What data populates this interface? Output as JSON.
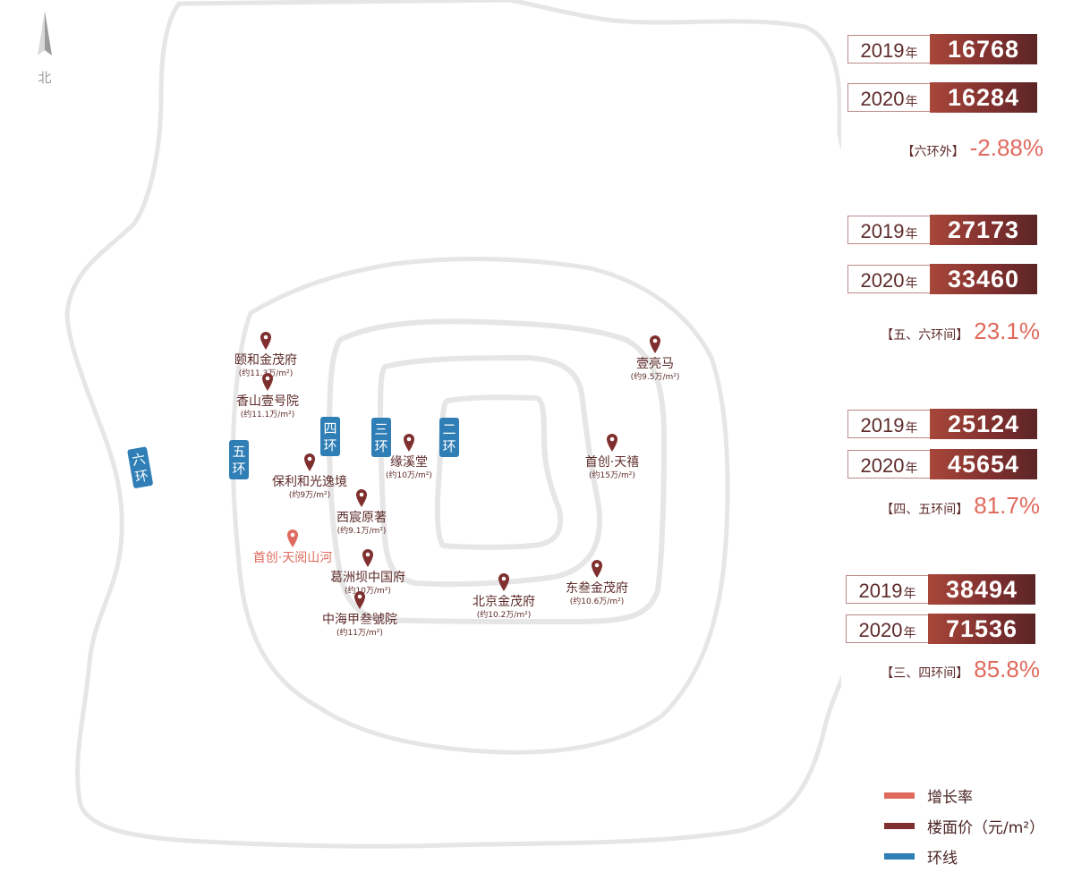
{
  "north": {
    "label": "北"
  },
  "rings": [
    {
      "id": "six",
      "label": "六环"
    },
    {
      "id": "five",
      "label": "五环"
    },
    {
      "id": "four",
      "label": "四环"
    },
    {
      "id": "three",
      "label": "三环"
    },
    {
      "id": "two",
      "label": "二环"
    }
  ],
  "pois": [
    {
      "name": "颐和金茂府",
      "price": "(约11.3万/m²)"
    },
    {
      "name": "香山壹号院",
      "price": "(约11.1万/m²)"
    },
    {
      "name": "保利和光逸境",
      "price": "(约9万/m²)"
    },
    {
      "name": "西宸原著",
      "price": "(约9.1万/m²)"
    },
    {
      "name": "首创·天阅山河",
      "price": ""
    },
    {
      "name": "葛洲坝中国府",
      "price": "(约10万/m²)"
    },
    {
      "name": "中海甲叁號院",
      "price": "(约11万/m²)"
    },
    {
      "name": "缘溪堂",
      "price": "(约10万/m²)"
    },
    {
      "name": "北京金茂府",
      "price": "(约10.2万/m²)"
    },
    {
      "name": "东叁金茂府",
      "price": "(约10.6万/m²)"
    },
    {
      "name": "首创·天禧",
      "price": "(约15万/m²)"
    },
    {
      "name": "壹亮马",
      "price": "(约9.5万/m²)"
    }
  ],
  "panels": [
    {
      "rows": [
        {
          "year": "2019",
          "unit": "年",
          "value": "16768"
        },
        {
          "year": "2020",
          "unit": "年",
          "value": "16284"
        }
      ],
      "zone": "【六环外】",
      "rate": "-2.88%"
    },
    {
      "rows": [
        {
          "year": "2019",
          "unit": "年",
          "value": "27173"
        },
        {
          "year": "2020",
          "unit": "年",
          "value": "33460"
        }
      ],
      "zone": "【五、六环间】",
      "rate": "23.1%"
    },
    {
      "rows": [
        {
          "year": "2019",
          "unit": "年",
          "value": "25124"
        },
        {
          "year": "2020",
          "unit": "年",
          "value": "45654"
        }
      ],
      "zone": "【四、五环间】",
      "rate": "81.7%"
    },
    {
      "rows": [
        {
          "year": "2019",
          "unit": "年",
          "value": "38494"
        },
        {
          "year": "2020",
          "unit": "年",
          "value": "71536"
        }
      ],
      "zone": "【三、四环间】",
      "rate": "85.8%"
    }
  ],
  "legend": [
    {
      "label": "增长率",
      "color": "#e06a5d"
    },
    {
      "label": "楼面价（元/m²）",
      "color": "#7e2f2e"
    },
    {
      "label": "环线",
      "color": "#2f7fb6"
    }
  ]
}
